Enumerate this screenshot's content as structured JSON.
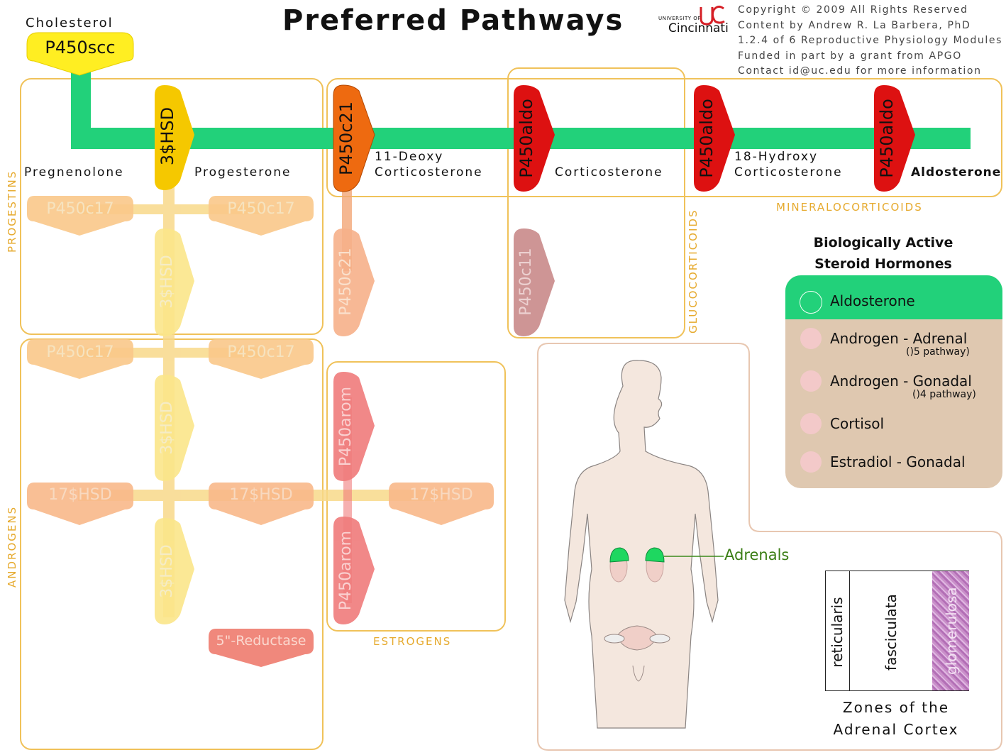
{
  "header": {
    "title": "Preferred Pathways",
    "precursor": "Cholesterol",
    "logo_small": "UNIVERSITY OF",
    "logo_name": "Cincinnati",
    "credits": [
      "Copyright © 2009   All Rights Reserved",
      "Content  by Andrew R. La Barbera, PhD",
      "1.2.4 of 6 Reproductive Physiology Modules",
      "Funded in part by a grant from APGO",
      "Contact id@uc.edu for more information"
    ]
  },
  "enzymes": {
    "scc": "P450scc",
    "hsd3": "3$HSD",
    "c21": "P450c21",
    "aldo": "P450aldo",
    "c17": "P450c17",
    "c11": "P450c11",
    "arom": "P450arom",
    "hsd17": "17$HSD",
    "reductase": "5\"-Reductase"
  },
  "compounds": {
    "pregnenolone": "Pregnenolone",
    "progesterone": "Progesterone",
    "deoxy_line1": "11-Deoxy",
    "deoxy_line2": "Corticosterone",
    "corticosterone": "Corticosterone",
    "hydroxy_line1": "18-Hydroxy",
    "hydroxy_line2": "Corticosterone",
    "aldosterone": "Aldosterone"
  },
  "groups": {
    "progestins": "PROGESTINS",
    "androgens": "ANDROGENS",
    "glucocorticoids": "GLUCOCORTICOIDS",
    "mineralocorticoids": "MINERALOCORTICOIDS",
    "estrogens": "ESTROGENS"
  },
  "legend": {
    "title_line1": "Biologically Active",
    "title_line2": "Steroid Hormones",
    "items": [
      {
        "label": "Aldosterone",
        "sub": "",
        "color": "#22d17a",
        "active": true
      },
      {
        "label": "Androgen - Adrenal",
        "sub": "()5 pathway)",
        "color": "#f3c9c9",
        "active": false
      },
      {
        "label": "Androgen - Gonadal",
        "sub": "()4 pathway)",
        "color": "#f3c9c9",
        "active": false
      },
      {
        "label": "Cortisol",
        "sub": "",
        "color": "#f3c9c9",
        "active": false
      },
      {
        "label": "Estradiol - Gonadal",
        "sub": "",
        "color": "#f3c9c9",
        "active": false
      }
    ]
  },
  "anatomy": {
    "adrenals_label": "Adrenals",
    "zones": [
      "reticularis",
      "fasciculata",
      "glomerulosa"
    ],
    "zones_caption_line1": "Zones of the",
    "zones_caption_line2": "Adrenal Cortex"
  },
  "colors": {
    "active_path": "#22d17a",
    "inactive_path": "#f8d98a",
    "group_border": "#f0c25a",
    "hsd3_active": "#f5c800",
    "c21_active": "#ee6a10",
    "aldo_active": "#dd1111",
    "legend_bg": "#dfc8b0",
    "adrenal_green": "#1ed760"
  }
}
